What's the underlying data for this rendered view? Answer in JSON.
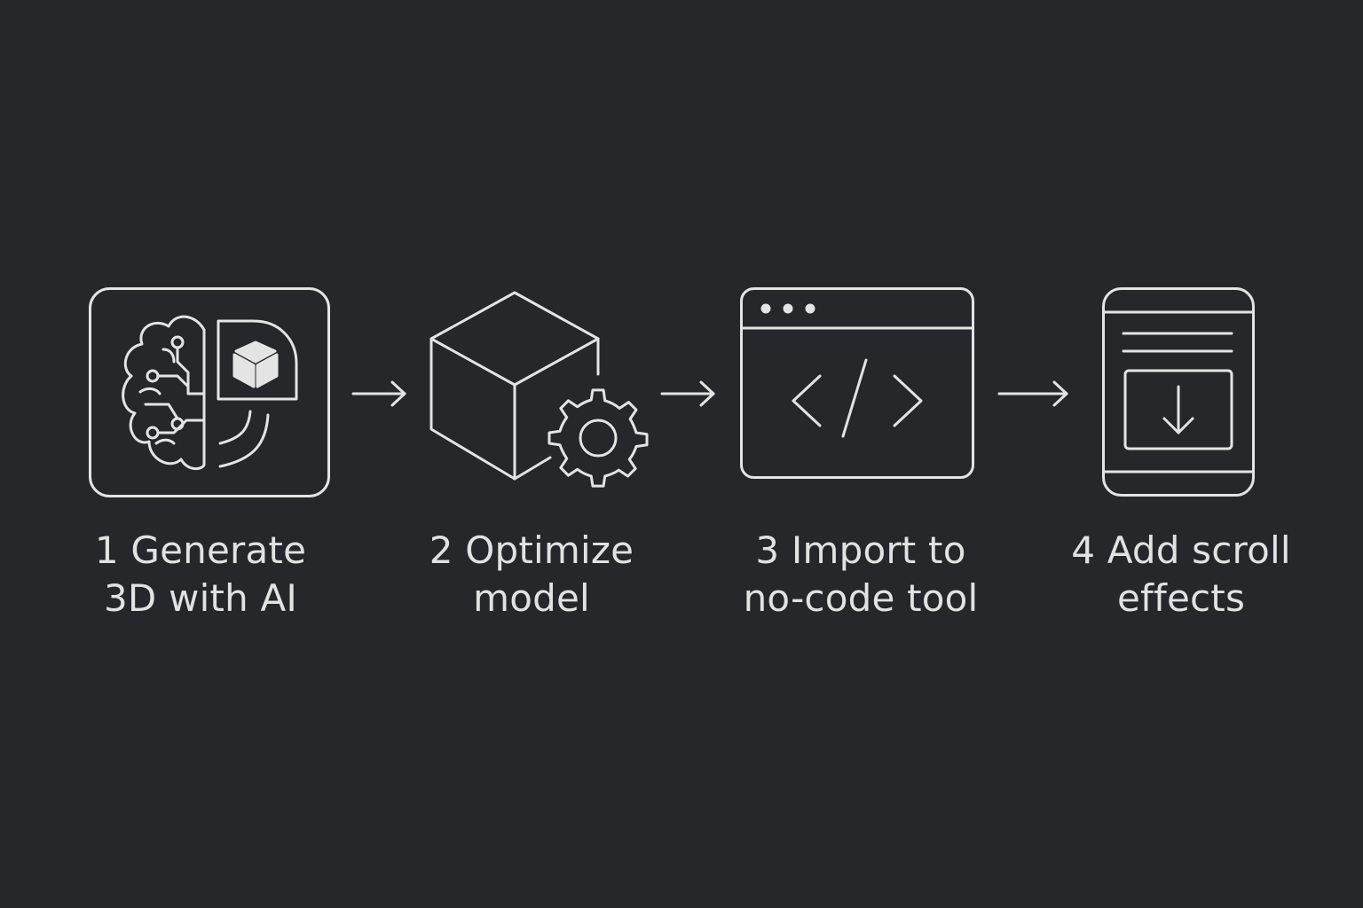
{
  "colors": {
    "background": "#26272b",
    "stroke": "#e4e4e4",
    "text": "#e2e2e2"
  },
  "steps": [
    {
      "icon": "brain-cube-icon",
      "line1": "1 Generate",
      "line2": "3D with AI"
    },
    {
      "icon": "cube-gear-icon",
      "line1": "2 Optimize",
      "line2": "model"
    },
    {
      "icon": "browser-code-icon",
      "line1": "3 Import to",
      "line2": "no-code tool"
    },
    {
      "icon": "phone-scroll-icon",
      "line1": "4 Add scroll",
      "line2": "effects"
    }
  ],
  "connectors": [
    "arrow-right-icon",
    "arrow-right-icon",
    "arrow-right-icon"
  ]
}
